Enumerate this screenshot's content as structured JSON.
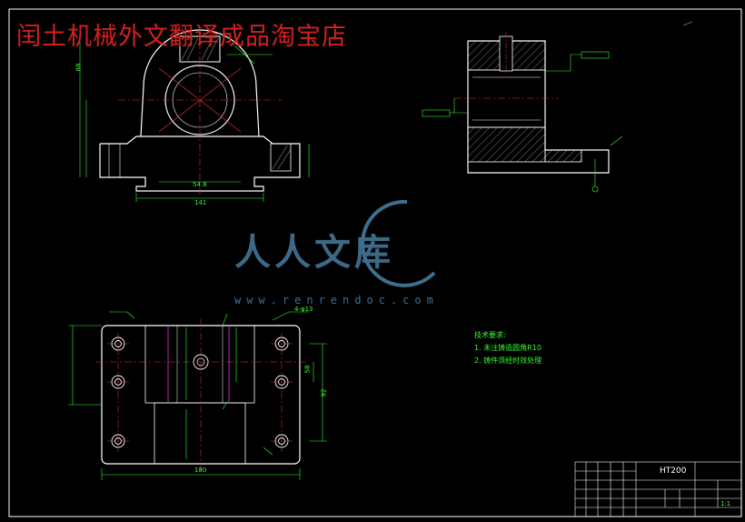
{
  "watermark": {
    "top_text": "闰土机械外文翻译成品淘宝店",
    "brand_text": "人人文库",
    "url_text": "www.renrendoc.com"
  },
  "tech_requirements": {
    "heading": "技术要求:",
    "items": [
      "1. 未注铸造圆角R10",
      "2. 铸件须经时效处理"
    ]
  },
  "title_block": {
    "material": "HT200",
    "part_name": "",
    "scale": "1:1"
  },
  "dimensions": {
    "front_width": "141",
    "front_height": "88",
    "bottom_base": "54.8",
    "bottom_width": "180",
    "bottom_height": "92",
    "right_side": "58",
    "hole_callout": "4-φ13"
  },
  "colors": {
    "background": "#000000",
    "outline": "#ffffff",
    "dimension": "#33ff33",
    "center_line": "#ff3333",
    "hatch": "#cccccc",
    "accent_purple": "#cc33cc",
    "watermark_blue": "#3f6f8e",
    "watermark_red": "#d42020"
  }
}
